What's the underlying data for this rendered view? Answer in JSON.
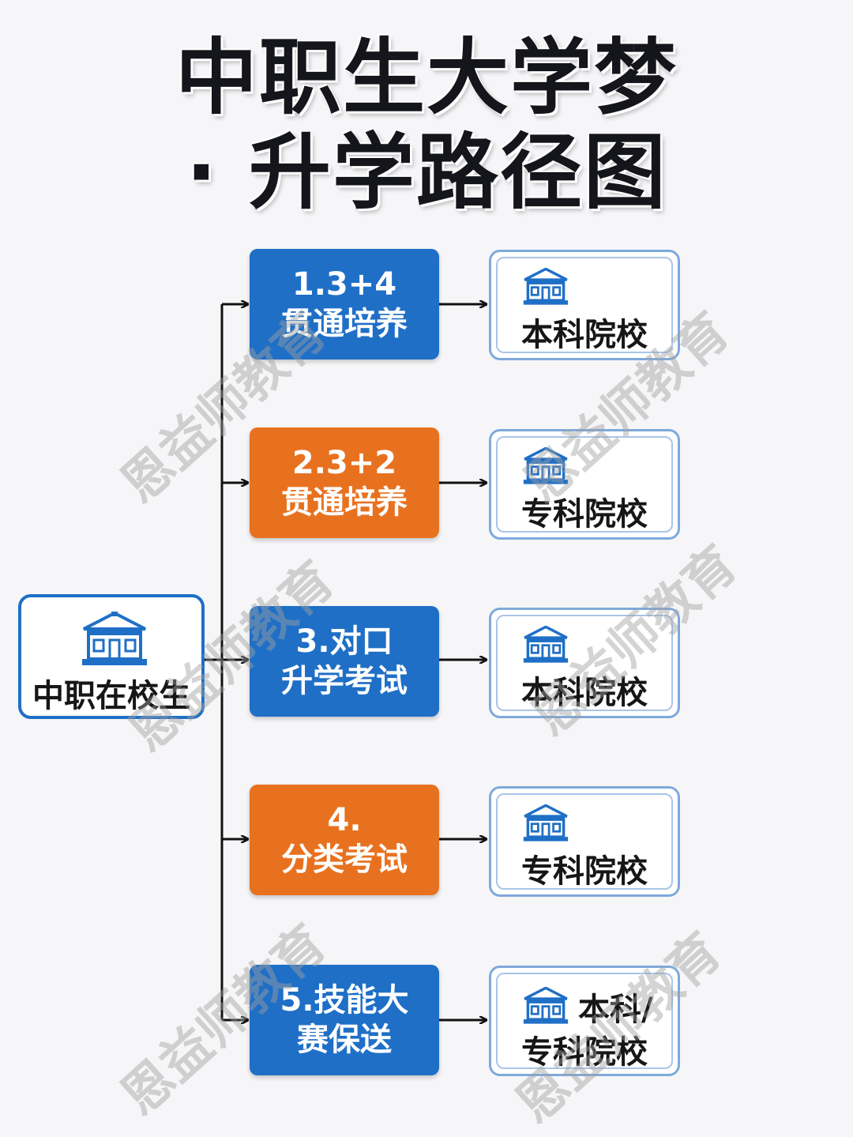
{
  "title": {
    "line1": "中职生大学梦",
    "line2": "· 升学路径图"
  },
  "start_node": {
    "label": "中职在校生",
    "icon": "school-building-icon"
  },
  "routes": [
    {
      "line1": "1.3+4",
      "line2": "贯通培养",
      "color": "#1f6fc6",
      "destination": "本科院校"
    },
    {
      "line1": "2.3+2",
      "line2": "贯通培养",
      "color": "#e8711f",
      "destination": "专科院校"
    },
    {
      "line1": "3.对口",
      "line2": "升学考试",
      "color": "#1f6fc6",
      "destination": "本科院校"
    },
    {
      "line1": "4.",
      "line2": "分类考试",
      "color": "#e8711f",
      "destination": "专科院校"
    },
    {
      "line1": "5.技能大",
      "line2": "赛保送",
      "color": "#1f6fc6",
      "destination_line1": "本科/",
      "destination_line2": "专科院校"
    }
  ],
  "watermark": "恩益师教育",
  "colors": {
    "blue": "#1f6fc6",
    "orange": "#e8711f",
    "dest_border": "#7fa9db"
  }
}
